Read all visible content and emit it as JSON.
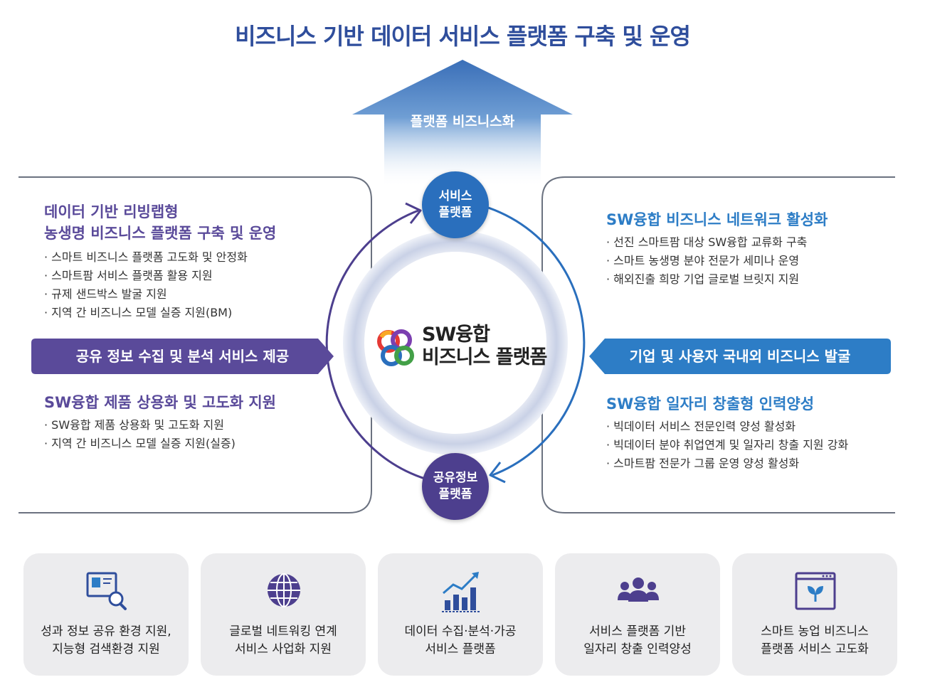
{
  "title": "비즈니스 기반 데이터 서비스 플랫폼 구축 및 운영",
  "arrow_label": "플랫폼 비즈니스화",
  "left_top": {
    "title_line1": "데이터 기반 리빙랩형",
    "title_line2": "농생명 비즈니스 플랫폼 구축 및 운영",
    "items": [
      "스마트 비즈니스 플랫폼 고도화 및 안정화",
      "스마트팜 서비스 플랫폼 활용 지원",
      "규제 샌드박스 발굴 지원",
      "지역 간 비즈니스 모델 실증 지원(BM)"
    ]
  },
  "left_banner": "공유 정보 수집 및 분석 서비스 제공",
  "left_bottom": {
    "title": "SW융합 제품 상용화 및 고도화 지원",
    "items": [
      "SW융합 제품 상용화 및 고도화 지원",
      "지역 간 비즈니스 모델 실증 지원(실증)"
    ]
  },
  "right_top": {
    "title": "SW융합 비즈니스 네트워크 활성화",
    "items": [
      "선진 스마트팜 대상 SW융합 교류화 구축",
      "스마트 농생명 분야 전문가 세미나 운영",
      "해외진출 희망 기업 글로벌 브릿지 지원"
    ]
  },
  "right_banner": "기업 및 사용자 국내외 비즈니스 발굴",
  "right_bottom": {
    "title": "SW융합 일자리 창출형 인력양성",
    "items": [
      "빅데이터 서비스 전문인력 양성 활성화",
      "빅데이터 분야 취업연계 및 일자리 창출 지원 강화",
      "스마트팜 전문가 그룹 운영 양성 활성화"
    ]
  },
  "node_service": {
    "line1": "서비스",
    "line2": "플랫폼"
  },
  "node_shared": {
    "line1": "공유정보",
    "line2": "플랫폼"
  },
  "center": {
    "line1": "SW융합",
    "line2": "비즈니스 플랫폼"
  },
  "cards": [
    {
      "line1": "성과 정보 공유 환경 지원,",
      "line2": "지능형 검색환경 지원",
      "icon": "document-search-icon"
    },
    {
      "line1": "글로벌 네트워킹 연계",
      "line2": "서비스 사업화 지원",
      "icon": "globe-icon"
    },
    {
      "line1": "데이터 수집·분석·가공",
      "line2": "서비스 플랫폼",
      "icon": "growth-chart-icon"
    },
    {
      "line1": "서비스 플랫폼 기반",
      "line2": "일자리 창출 인력양성",
      "icon": "people-group-icon"
    },
    {
      "line1": "스마트 농업 비즈니스",
      "line2": "플랫폼 서비스 고도화",
      "icon": "plant-window-icon"
    }
  ],
  "colors": {
    "title": "#2f4e9c",
    "purple": "#5a4a9a",
    "blue": "#2d7dc6",
    "card_bg": "#ececee"
  }
}
